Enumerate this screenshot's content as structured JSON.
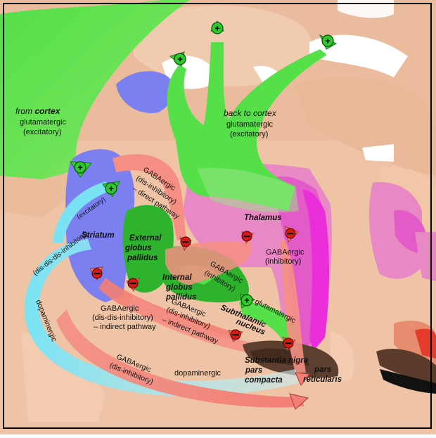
{
  "labels": {
    "from_cortex_prefix": "from ",
    "from_cortex_bold": "cortex",
    "from_cortex_type": "glutamatergic",
    "from_cortex_effect": "(excitatory)",
    "back_to_cortex": "back to cortex",
    "back_to_cortex_type": "glutamatergic",
    "back_to_cortex_effect": "(excitatory)",
    "striatum_excitatory": "(excitatory)",
    "direct_1": "GABAergic",
    "direct_2": "(dis-inhibitory)",
    "direct_3": "– direct pathway",
    "striatum": "Striatum",
    "external_gp_1": "External",
    "external_gp_2": "globus",
    "external_gp_3": "pallidus",
    "thalamus": "Thalamus",
    "snr_thal_1": "GABAergic",
    "snr_thal_2": "(inhibitory)",
    "dddi": "(dis-dis-dis-inhibitory)",
    "gpi_thal_1": "GABAergic",
    "gpi_thal_2": "(inhibitory)",
    "internal_gp_1": "Internal",
    "internal_gp_2": "globus",
    "internal_gp_3": "pallidus",
    "indirect_1": "GABAergic",
    "indirect_2": "(dis-dis-inhibitory)",
    "indirect_3": "– indirect pathway",
    "ind2_1": "GABAergic",
    "ind2_2": "(dis-inhibitory)",
    "ind2_3": "– indirect pathway",
    "stn_1": "Subthalamic",
    "stn_2": "nucleus",
    "glutamatergic": "glutamatergic",
    "dopaminergic_left": "dopaminergic",
    "dopaminergic_bottom": "dopaminergic",
    "snr_1": "Substantia nigra",
    "snr_2": "pars",
    "snr_3": "reticularis",
    "snc_1": "pars",
    "snc_2": "compacta",
    "bottom_gaba_1": "GABAergic",
    "bottom_gaba_2": "(dis-inhibitory)"
  },
  "colors": {
    "background_tissue": "#efc3a4",
    "glutamatergic_green": "#55e04a",
    "gabaergic_red": "#f58f84",
    "dopaminergic_cyan": "#79e3f3",
    "striatum_blue": "#7b7ff0",
    "globus_pallidus_green": "#2fb32f",
    "thalamus_pink": "#e888c4",
    "thalamus_magenta": "#ea2fda",
    "excitatory_symbol": "#00aa00",
    "inhibitory_symbol": "#dd1111"
  },
  "symbols": {
    "excitatory": "+",
    "inhibitory": "–"
  }
}
